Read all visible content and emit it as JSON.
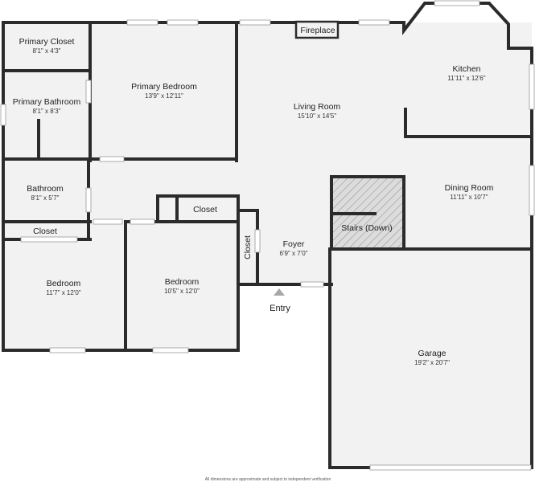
{
  "rooms": {
    "primary_closet": {
      "name": "Primary Closet",
      "dims": "8'1\" x 4'3\""
    },
    "primary_bathroom": {
      "name": "Primary Bathroom",
      "dims": "8'1\" x 8'3\""
    },
    "primary_bedroom": {
      "name": "Primary Bedroom",
      "dims": "13'9\" x 12'11\""
    },
    "living_room": {
      "name": "Living Room",
      "dims": "15'10\" x 14'5\""
    },
    "kitchen": {
      "name": "Kitchen",
      "dims": "11'11\" x 12'6\""
    },
    "bathroom": {
      "name": "Bathroom",
      "dims": "8'1\" x 5'7\""
    },
    "dining_room": {
      "name": "Dining Room",
      "dims": "11'11\" x 10'7\""
    },
    "closet_hall": {
      "name": "Closet"
    },
    "closet_left": {
      "name": "Closet"
    },
    "closet_foyer": {
      "name": "Closet"
    },
    "stairs": {
      "name": "Stairs (Down)"
    },
    "foyer": {
      "name": "Foyer",
      "dims": "6'9\" x 7'0\""
    },
    "bedroom_left": {
      "name": "Bedroom",
      "dims": "11'7\" x 12'0\""
    },
    "bedroom_mid": {
      "name": "Bedroom",
      "dims": "10'5\" x 12'0\""
    },
    "garage": {
      "name": "Garage",
      "dims": "19'2\" x 20'7\""
    }
  },
  "labels": {
    "fireplace": "Fireplace",
    "entry": "Entry",
    "disclaimer": "All dimensions are approximate and subject to independent verification"
  },
  "colors": {
    "wall": "#2b2b2b",
    "floor": "#f2f2f2",
    "window": "#c8c8c8",
    "stairs_fill": "#d9d9d9",
    "entry_marker": "#a8a8a8"
  }
}
